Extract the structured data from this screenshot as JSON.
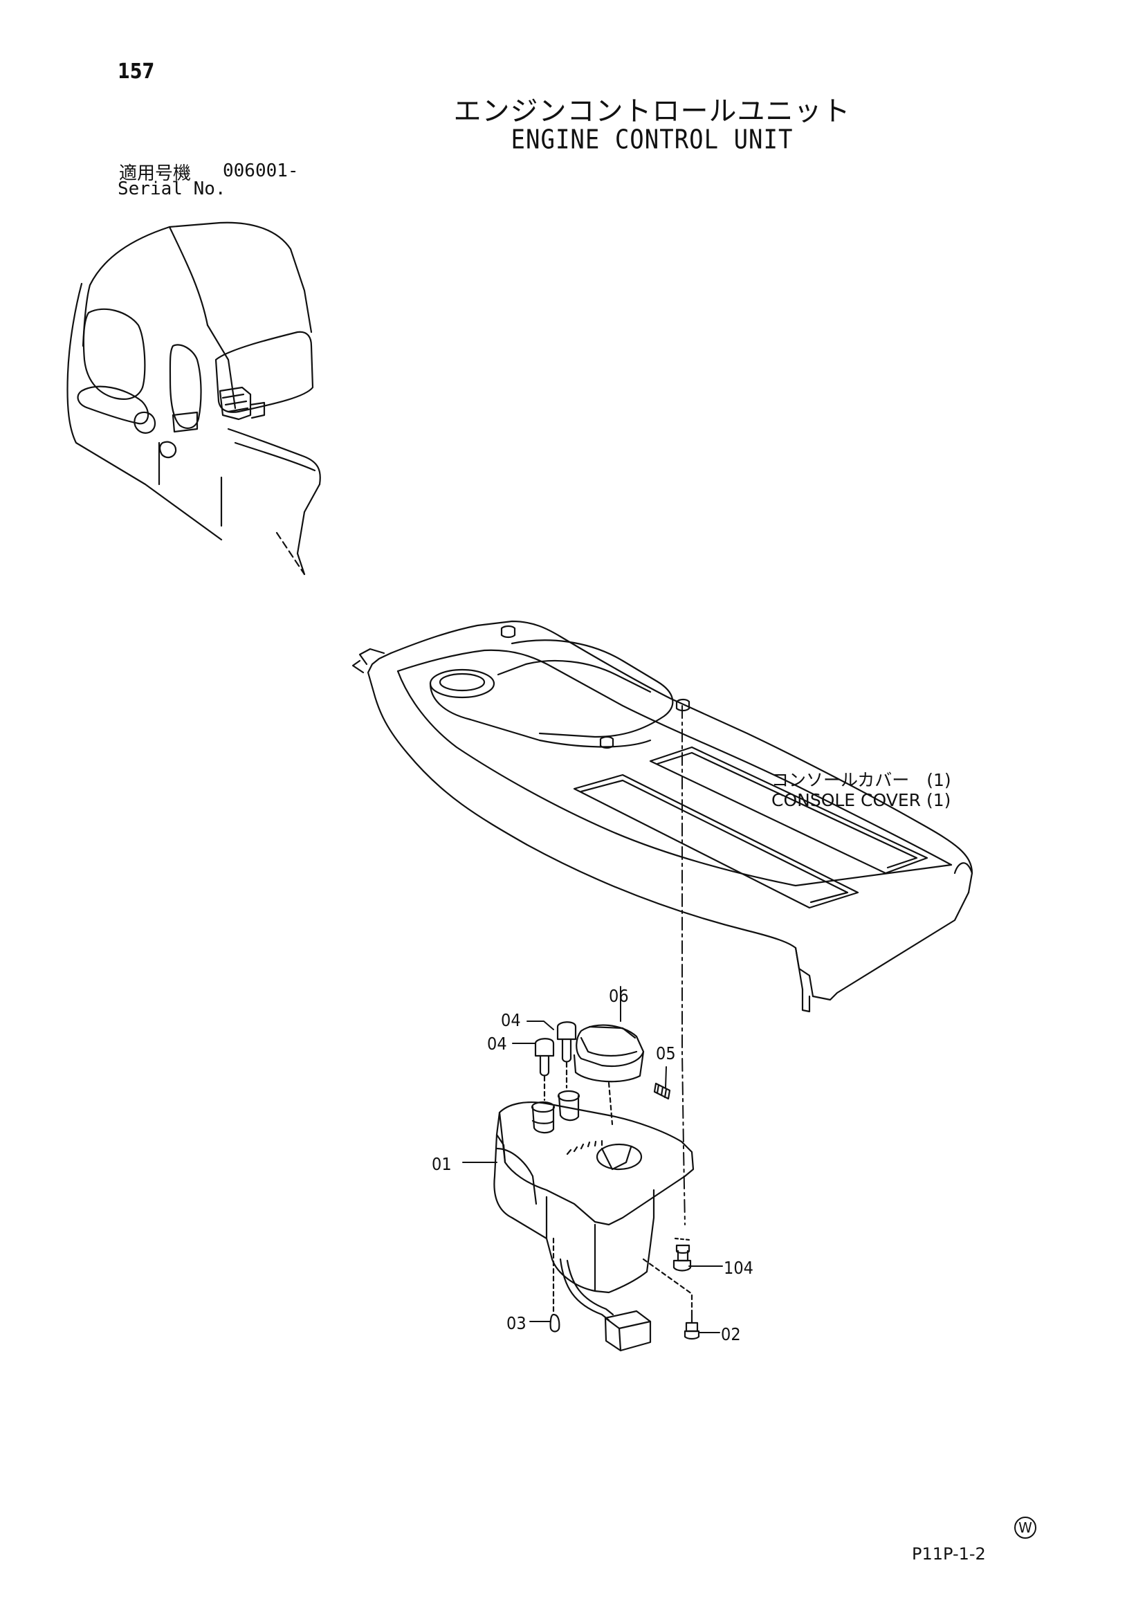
{
  "header": {
    "page_number": "157",
    "title_jp": "エンジンコントロールユニット",
    "title_en": "ENGINE CONTROL UNIT"
  },
  "serial": {
    "label_jp": "適用号機",
    "value": "006001-",
    "label_en": "Serial No."
  },
  "callouts": {
    "console_cover_jp": "コンソールカバー　(1)",
    "console_cover_en": "CONSOLE COVER (1)"
  },
  "part_labels": {
    "p04a": "04",
    "p04b": "04",
    "p06": "06",
    "p05": "05",
    "p01": "01",
    "p104": "104",
    "p03": "03",
    "p02": "02"
  },
  "footer": {
    "mark": "W",
    "drawing_code": "P11P-1-2"
  }
}
